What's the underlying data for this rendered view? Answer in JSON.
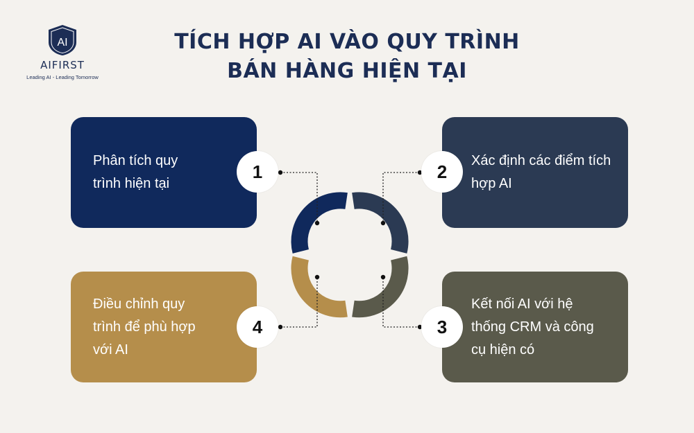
{
  "logo": {
    "mark": "AI",
    "name": "AIFIRST",
    "tagline": "Leading AI - Leading Tomorrow"
  },
  "title": {
    "line1": "TÍCH HỢP AI VÀO QUY TRÌNH",
    "line2": "BÁN HÀNG HIỆN TẠI"
  },
  "steps": [
    {
      "number": "1",
      "text": "Phân tích quy trình hiện tại",
      "color": "#10295c"
    },
    {
      "number": "2",
      "text": "Xác định các điểm tích hợp AI",
      "color": "#2b3a53"
    },
    {
      "number": "3",
      "text": "Kết nối AI với hệ thống CRM và công cụ hiện có",
      "color": "#5a5a4b"
    },
    {
      "number": "4",
      "text": "Điều chỉnh quy trình để phù hợp với AI",
      "color": "#b58e4b"
    }
  ],
  "colors": {
    "background": "#f4f2ee",
    "title": "#1c2d55",
    "connector": "#222222"
  }
}
